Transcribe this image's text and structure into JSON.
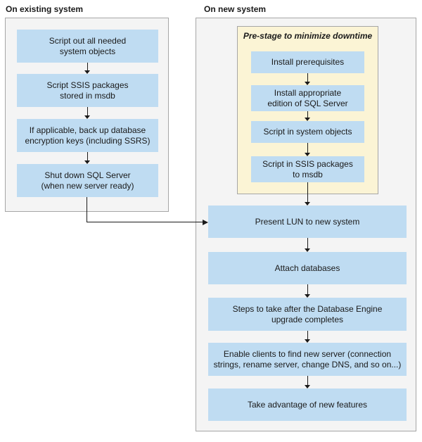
{
  "colors": {
    "step_box_blue": "#bfdcf2",
    "panel_fill": "#f4f4f4",
    "panel_border": "#a6a6a6",
    "prestage_fill": "#fbf4d5",
    "arrow": "#1a1a1a",
    "text": "#1a1a1a"
  },
  "existing_system": {
    "title": "On existing system",
    "steps": [
      "Script out all needed\nsystem objects",
      "Script SSIS packages\nstored in msdb",
      "If applicable, back up database\nencryption keys (including SSRS)",
      "Shut down SQL Server\n(when new server ready)"
    ]
  },
  "new_system": {
    "title": "On new system",
    "prestage": {
      "title": "Pre-stage to minimize downtime",
      "steps": [
        "Install prerequisites",
        "Install appropriate\nedition of SQL Server",
        "Script in system objects",
        "Script in SSIS packages\nto msdb"
      ]
    },
    "steps": [
      "Present LUN to new system",
      "Attach databases",
      "Steps to take after the Database Engine\nupgrade completes",
      "Enable clients to find new server (connection\nstrings, rename server, change DNS, and so on...)",
      "Take advantage of new features"
    ]
  }
}
